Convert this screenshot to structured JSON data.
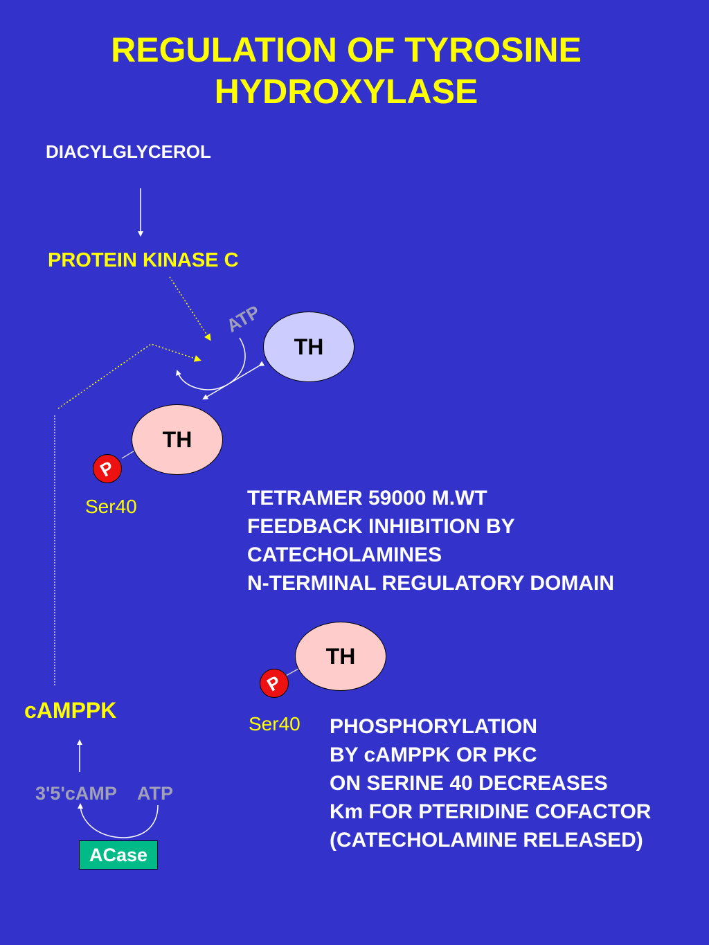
{
  "title": {
    "line1": "REGULATION OF TYROSINE",
    "line2": "HYDROXYLASE"
  },
  "labels": {
    "diacylglycerol": "DIACYLGLYCEROL",
    "pkc": "PROTEIN KINASE C",
    "atp_top": "ATP",
    "th_top": "TH",
    "th_mid": "TH",
    "th_bottom": "TH",
    "p_mid": "P",
    "p_bottom": "P",
    "ser40_mid": "Ser40",
    "ser40_bottom": "Ser40",
    "campk": "cAMPPK",
    "camp": "3'5'cAMP",
    "atp_bottom": "ATP",
    "acase": "ACase"
  },
  "notes_top": [
    "TETRAMER 59000 M.WT",
    "FEEDBACK INHIBITION BY",
    "CATECHOLAMINES",
    "N-TERMINAL REGULATORY DOMAIN"
  ],
  "notes_bottom": [
    "PHOSPHORYLATION",
    "BY cAMPPK OR PKC",
    "ON SERINE 40  DECREASES",
    "Km FOR PTERIDINE COFACTOR",
    "(CATECHOLAMINE RELEASED)"
  ],
  "colors": {
    "background": "#3333cc",
    "title": "#ffff00",
    "th_unphosphorylated": "#ccccff",
    "th_phosphorylated": "#ffcccc",
    "phosphate": "#ee1111",
    "acase": "#00bb88"
  }
}
